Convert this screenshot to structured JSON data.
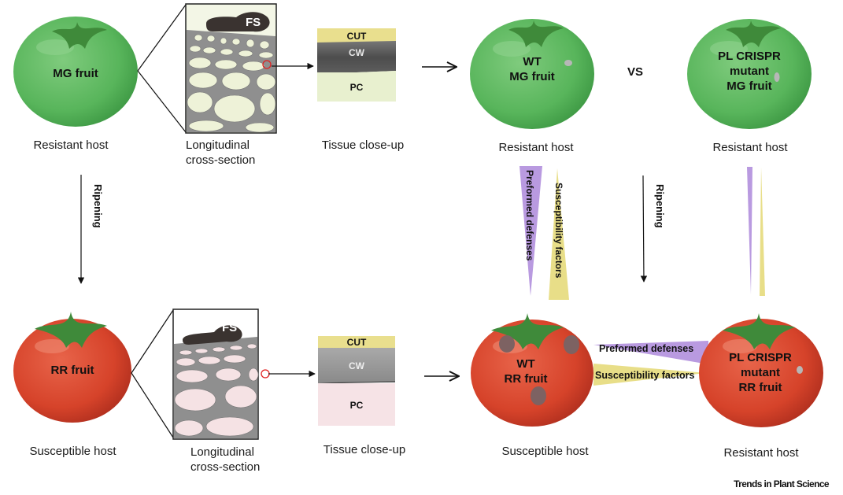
{
  "figure": {
    "credit": "Trends in Plant Science",
    "colors": {
      "green_fruit": "#5cb85e",
      "red_fruit": "#d9432b",
      "stem": "#3f8a3a",
      "purple_wedge": "#b99ae0",
      "yellow_wedge": "#e8de88",
      "cut_yellow": "#e9df8e",
      "cw_gray": "#5a5a5a",
      "pc_green": "#e8f0cf",
      "pc_pink": "#f6e3e6",
      "lesion": "#7d6262",
      "fungal_structure": "#3a3330",
      "highlight_circle": "#e02020"
    }
  },
  "top_row": {
    "fruit": {
      "label": "MG fruit",
      "caption": "Resistant  host"
    },
    "cross_section": {
      "label": "FS",
      "caption": [
        "Longitudinal",
        "cross-section"
      ]
    },
    "tissue": {
      "layers": [
        "CUT",
        "CW",
        "PC"
      ],
      "caption": "Tissue close-up"
    },
    "wt_fruit": {
      "label": [
        "WT",
        "MG fruit"
      ],
      "caption": "Resistant  host"
    },
    "vs_label": "VS",
    "mutant_fruit": {
      "label": [
        "PL CRISPR",
        "mutant",
        "MG fruit"
      ],
      "caption": "Resistant  host"
    }
  },
  "middle": {
    "ripening_left": "Ripening",
    "ripening_right": "Ripening",
    "wedge_defenses": "Preformed defenses",
    "wedge_susceptibility": "Susceptibility factors"
  },
  "bottom_row": {
    "fruit": {
      "label": "RR fruit",
      "caption": "Susceptible host"
    },
    "cross_section": {
      "label": "FS",
      "caption": [
        "Longitudinal",
        "cross-section"
      ]
    },
    "tissue": {
      "layers": [
        "CUT",
        "CW",
        "PC"
      ],
      "caption": "Tissue close-up"
    },
    "wt_fruit": {
      "label": [
        "WT",
        "RR fruit"
      ],
      "caption": "Susceptible host"
    },
    "mutant_fruit": {
      "label": [
        "PL CRISPR",
        "mutant",
        "RR fruit"
      ],
      "caption": "Resistant  host"
    },
    "horizontal_defenses": "Preformed defenses",
    "horizontal_susceptibility": "Susceptibility factors"
  }
}
